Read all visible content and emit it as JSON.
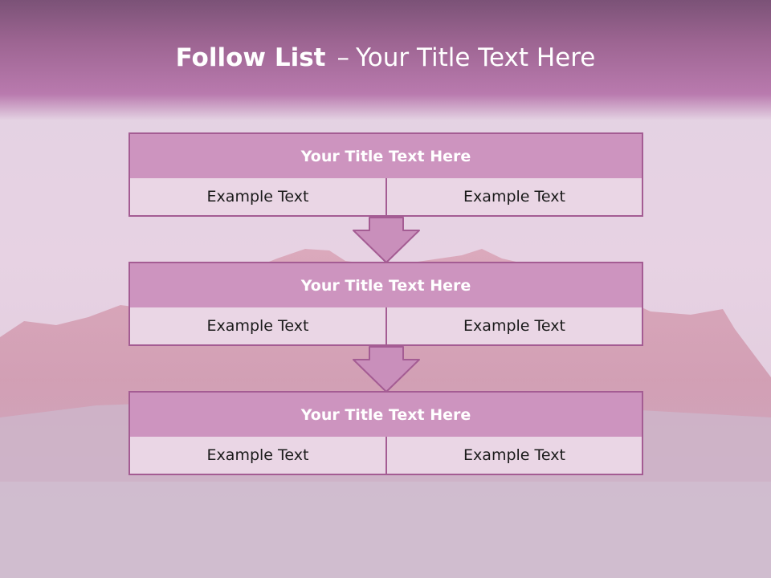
{
  "slide": {
    "title_bold": "Follow List",
    "title_dash": "–",
    "title_rest": "Your Title Text Here"
  },
  "blocks": [
    {
      "title": "Your Title Text Here",
      "left_text": "Example Text",
      "right_text": "Example Text"
    },
    {
      "title": "Your Title Text Here",
      "left_text": "Example Text",
      "right_text": "Example Text"
    },
    {
      "title": "Your Title Text Here",
      "left_text": "Example Text",
      "right_text": "Example Text"
    }
  ],
  "colors": {
    "header": "#b97aae",
    "block_title_fill": "#cd94bf",
    "block_border": "#a45c93",
    "cell_fill": "#ead6e5",
    "arrow_fill": "#c98fbb"
  }
}
